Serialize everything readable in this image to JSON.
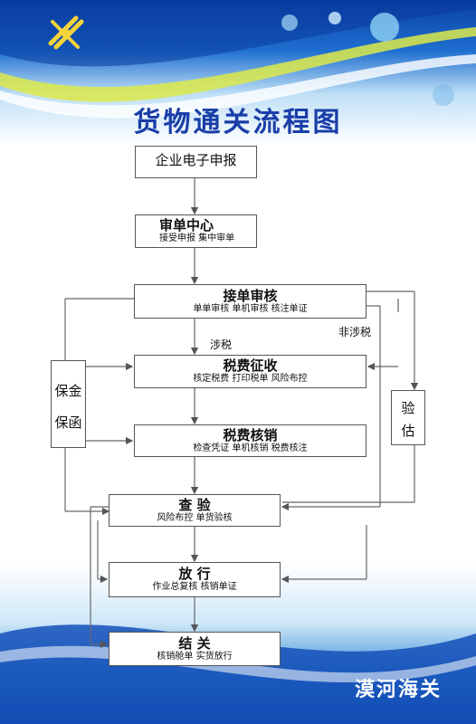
{
  "title": "货物通关流程图",
  "brand": "漠河海关",
  "emblem": "customs-emblem-icon",
  "colors": {
    "title": "#1a3ea8",
    "background_top": "#0a3fa6",
    "box_border": "#555555"
  },
  "nodes": {
    "declare": {
      "title": "企业电子申报"
    },
    "review_center": {
      "title": "审单中心",
      "sub": "接受申报   集中审单"
    },
    "receipt_review": {
      "title": "接单审核",
      "sub": "单单审核    单机审核    核注单证"
    },
    "tax_collect": {
      "title": "税费征收",
      "sub": "核定税费    打印税单    风险布控"
    },
    "tax_writeoff": {
      "title": "税费核销",
      "sub": "检查凭证    单机核销    税费核注"
    },
    "inspection": {
      "title": "查 验",
      "sub": "风险布控    单货验核"
    },
    "release": {
      "title": "放 行",
      "sub": "作业总复核    核销单证"
    },
    "clearance": {
      "title": "结 关",
      "sub": "核销舱单    实货放行"
    },
    "guarantee": {
      "line1": "保金",
      "line2": "保函"
    },
    "valuation": {
      "line1": "验",
      "line2": "估"
    }
  },
  "labels": {
    "taxable": "涉税",
    "non_taxable": "非涉税"
  }
}
